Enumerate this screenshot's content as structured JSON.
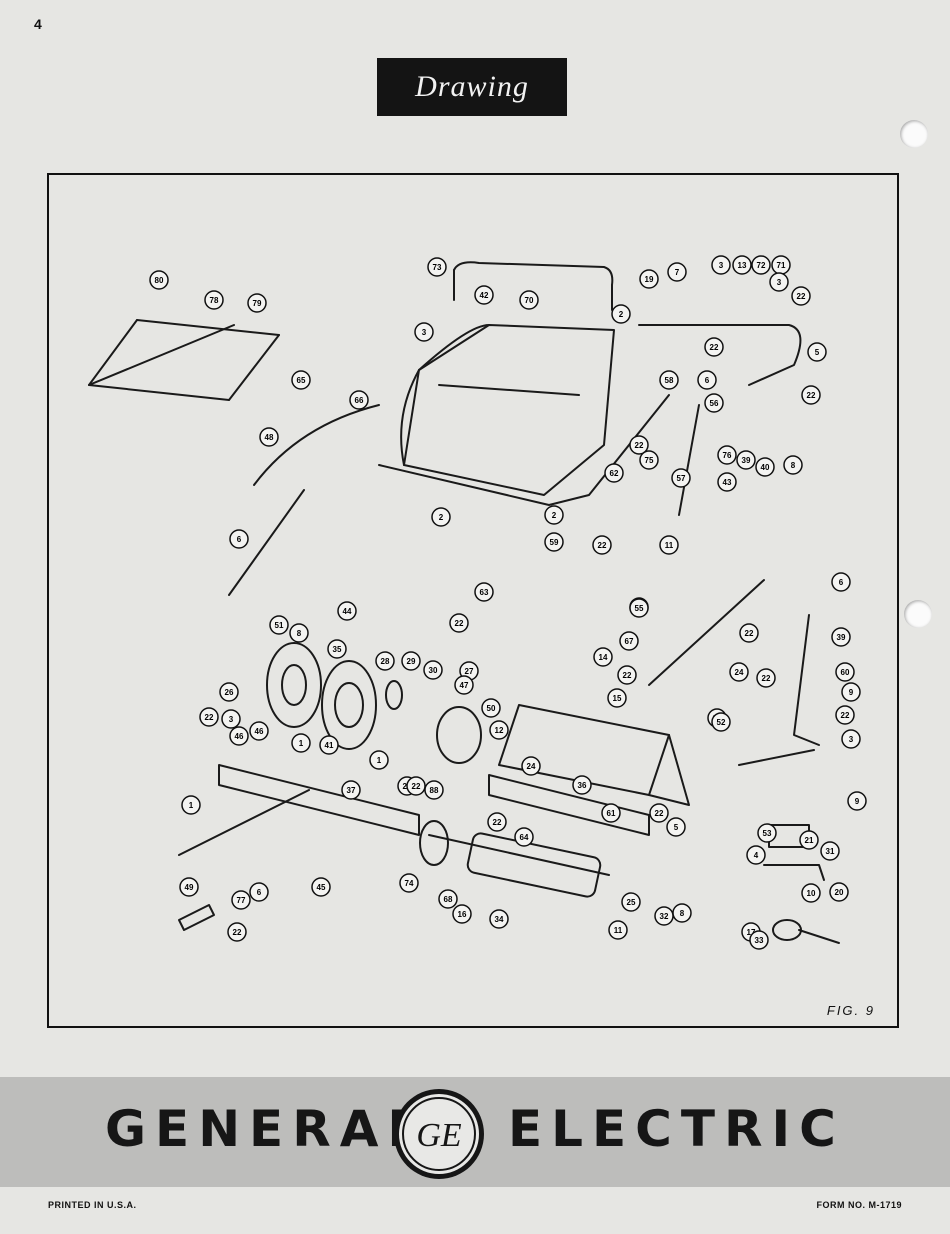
{
  "page": {
    "number": "4",
    "title": "Drawing"
  },
  "figure": {
    "label": "FIG. 9",
    "callouts": [
      "80",
      "78",
      "79",
      "65",
      "66",
      "3",
      "73",
      "42",
      "70",
      "19",
      "7",
      "3",
      "13",
      "72",
      "71",
      "3",
      "22",
      "2",
      "22",
      "5",
      "58",
      "6",
      "22",
      "56",
      "22",
      "48",
      "2",
      "62",
      "75",
      "76",
      "39",
      "40",
      "8",
      "57",
      "43",
      "2",
      "59",
      "22",
      "11",
      "6",
      "18",
      "51",
      "63",
      "22",
      "6",
      "55",
      "22",
      "39",
      "44",
      "8",
      "35",
      "28",
      "29",
      "30",
      "27",
      "14",
      "67",
      "22",
      "24",
      "22",
      "60",
      "47",
      "50",
      "15",
      "9",
      "26",
      "46",
      "23",
      "52",
      "22",
      "22",
      "3",
      "46",
      "12",
      "24",
      "36",
      "3",
      "1",
      "41",
      "1",
      "22",
      "22",
      "37",
      "22",
      "88",
      "61",
      "22",
      "5",
      "53",
      "21",
      "9",
      "1",
      "4",
      "31",
      "64",
      "45",
      "6",
      "74",
      "68",
      "16",
      "34",
      "25",
      "32",
      "8",
      "10",
      "49",
      "77",
      "22",
      "11",
      "17",
      "33",
      "20"
    ]
  },
  "brand": {
    "left": "GENERAL",
    "right": "ELECTRIC",
    "logo_text": "GE"
  },
  "footer": {
    "left": "PRINTED IN U.S.A.",
    "right": "FORM NO. M-1719"
  }
}
